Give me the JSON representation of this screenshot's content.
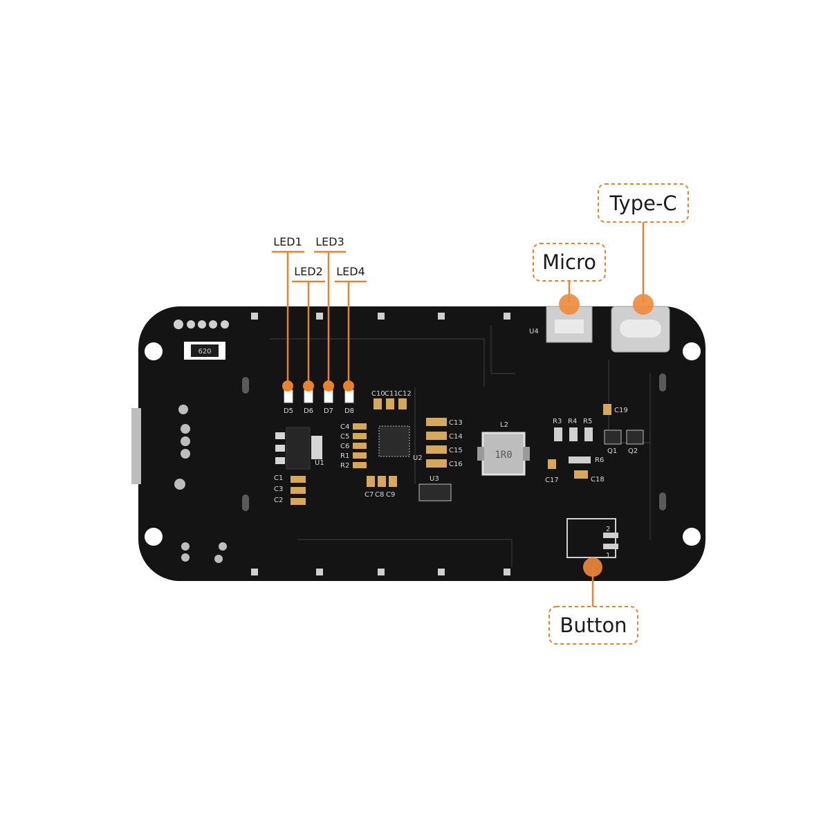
{
  "colors": {
    "accent": "#e8832a",
    "board": "#141414",
    "silkscreen": "#d9d9d9",
    "pad": "#c8c8c8"
  },
  "callouts": {
    "type_c": "Type-C",
    "micro": "Micro",
    "button": "Button",
    "led1": "LED1",
    "led2": "LED2",
    "led3": "LED3",
    "led4": "LED4"
  },
  "silkscreen": {
    "d5": "D5",
    "d6": "D6",
    "d7": "D7",
    "d8": "D8",
    "u1": "U1",
    "u2": "U2",
    "u3": "U3",
    "u4": "U4",
    "l2": "L2",
    "l2_marking": "1R0",
    "resistor_marking": "620",
    "c1": "C1",
    "c2": "C2",
    "c3": "C3",
    "c4": "C4",
    "c5": "C5",
    "c6": "C6",
    "c7": "C7",
    "c8": "C8",
    "c9": "C9",
    "c10": "C10",
    "c11": "C11",
    "c12": "C12",
    "c13": "C13",
    "c14": "C14",
    "c15": "C15",
    "c16": "C16",
    "c17": "C17",
    "c18": "C18",
    "c19": "C19",
    "r1": "R1",
    "r2": "R2",
    "r3": "R3",
    "r4": "R4",
    "r5": "R5",
    "r6": "R6",
    "q1": "Q1",
    "q2": "Q2",
    "pin1": "1",
    "pin2": "2"
  }
}
